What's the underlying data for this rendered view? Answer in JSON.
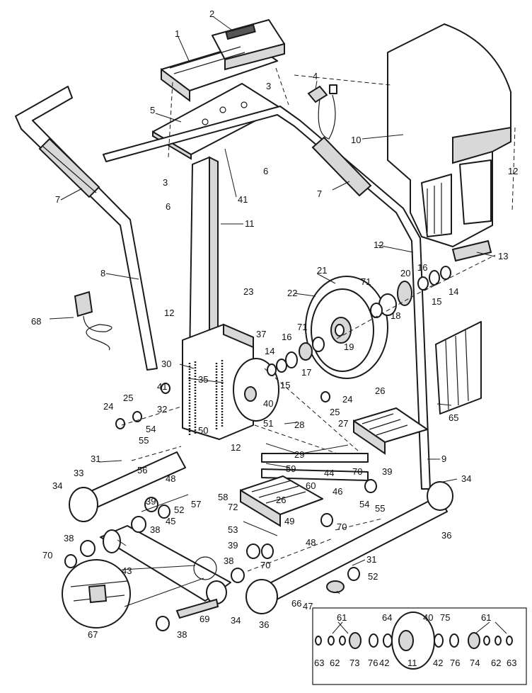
{
  "diagram": {
    "labels": [
      "1",
      "2",
      "3",
      "4",
      "5",
      "6",
      "7",
      "8",
      "9",
      "10",
      "11",
      "12",
      "13",
      "14",
      "15",
      "16",
      "17",
      "18",
      "19",
      "20",
      "21",
      "22",
      "23",
      "24",
      "25",
      "26",
      "27",
      "28",
      "29",
      "30",
      "31",
      "32",
      "33",
      "34",
      "35",
      "36",
      "37",
      "38",
      "39",
      "40",
      "41",
      "42",
      "43",
      "44",
      "45",
      "46",
      "47",
      "48",
      "49",
      "50",
      "51",
      "52",
      "53",
      "54",
      "55",
      "56",
      "57",
      "58",
      "59",
      "60",
      "61",
      "62",
      "63",
      "64",
      "65",
      "66",
      "67",
      "68",
      "69",
      "70",
      "71",
      "72",
      "73",
      "74",
      "75",
      "76"
    ]
  },
  "colors": {
    "ink": "#1a1a1a",
    "background": "#ffffff",
    "shade": "#d8d8d8"
  }
}
